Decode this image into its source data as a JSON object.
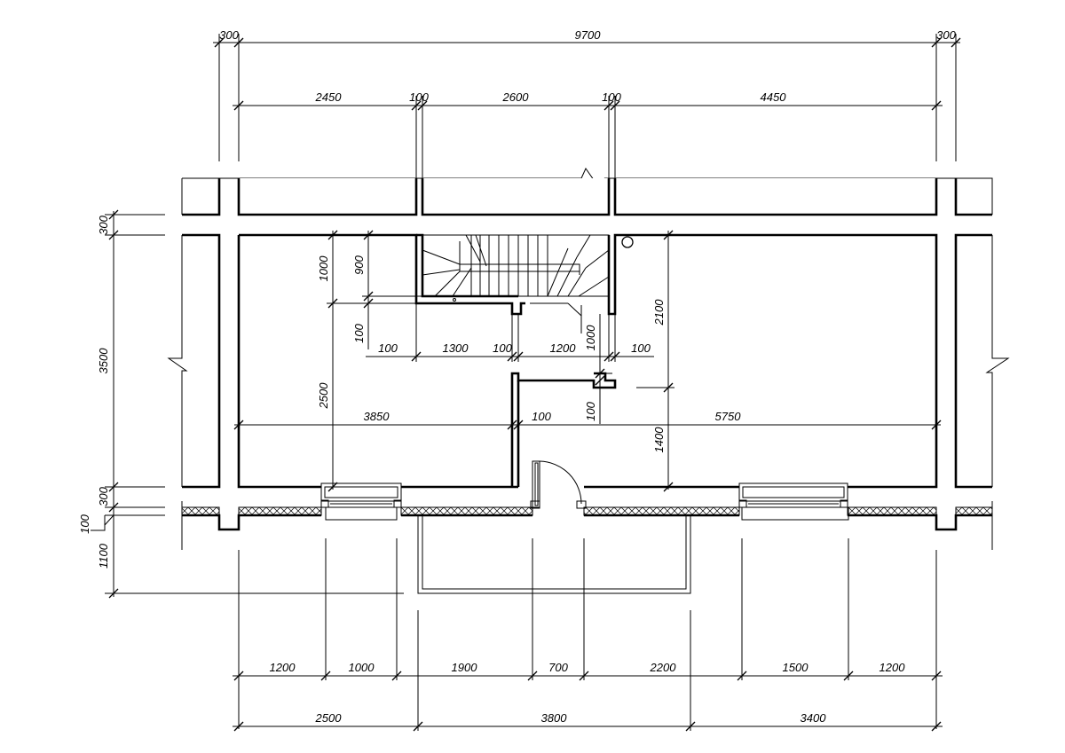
{
  "dimensions": {
    "top_row_1": [
      "300",
      "9700",
      "300"
    ],
    "top_row_2": [
      "2450",
      "100",
      "2600",
      "100",
      "4450"
    ],
    "left_column": [
      "300",
      "3500",
      "300",
      "100",
      "1100"
    ],
    "bottom_row_1": [
      "1200",
      "1000",
      "1900",
      "700",
      "2200",
      "1500",
      "1200"
    ],
    "bottom_row_2": [
      "2500",
      "3800",
      "3400"
    ],
    "interior": {
      "stair_height_outer": "1000",
      "stair_height_inner": "900",
      "stair_landing": "100",
      "room_height_left": "2500",
      "row_100_a": "100",
      "row_1300": "1300",
      "row_100_b": "100",
      "row_1200": "1200",
      "row_1000": "1000",
      "row_100_c": "100",
      "right_2100": "2100",
      "right_1400": "1400",
      "mid_100_h": "100",
      "mid_100_v": "100",
      "room_width_left": "3850",
      "room_width_right": "5750"
    }
  }
}
